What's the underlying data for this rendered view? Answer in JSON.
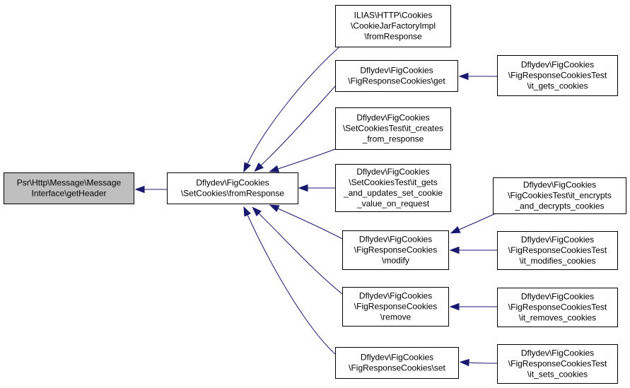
{
  "graph": {
    "edge_color": "#191970",
    "root_fill": "#bfbfbf",
    "nodes": [
      {
        "id": "n0",
        "lines": [
          "Psr\\Http\\Message\\Message",
          "Interface\\getHeader"
        ],
        "highlight": true
      },
      {
        "id": "n1",
        "lines": [
          "Dflydev\\FigCookies",
          "\\SetCookies\\fromResponse"
        ]
      },
      {
        "id": "n2",
        "lines": [
          "ILIAS\\HTTP\\Cookies",
          "\\CookieJarFactoryImpl",
          "\\fromResponse"
        ]
      },
      {
        "id": "n3",
        "lines": [
          "Dflydev\\FigCookies",
          "\\FigResponseCookies\\get"
        ]
      },
      {
        "id": "n4",
        "lines": [
          "Dflydev\\FigCookies",
          "\\SetCookiesTest\\it_creates",
          "_from_response"
        ]
      },
      {
        "id": "n5",
        "lines": [
          "Dflydev\\FigCookies",
          "\\SetCookiesTest\\it_gets",
          "_and_updates_set_cookie",
          "_value_on_request"
        ]
      },
      {
        "id": "n6",
        "lines": [
          "Dflydev\\FigCookies",
          "\\FigResponseCookies",
          "\\modify"
        ]
      },
      {
        "id": "n7",
        "lines": [
          "Dflydev\\FigCookies",
          "\\FigResponseCookies",
          "\\remove"
        ]
      },
      {
        "id": "n8",
        "lines": [
          "Dflydev\\FigCookies",
          "\\FigResponseCookies\\set"
        ]
      },
      {
        "id": "n9",
        "lines": [
          "Dflydev\\FigCookies",
          "\\FigResponseCookiesTest",
          "\\it_gets_cookies"
        ]
      },
      {
        "id": "n10",
        "lines": [
          "Dflydev\\FigCookies",
          "\\FigCookiesTest\\it_encrypts",
          "_and_decrypts_cookies"
        ]
      },
      {
        "id": "n11",
        "lines": [
          "Dflydev\\FigCookies",
          "\\FigResponseCookiesTest",
          "\\it_modifies_cookies"
        ]
      },
      {
        "id": "n12",
        "lines": [
          "Dflydev\\FigCookies",
          "\\FigResponseCookiesTest",
          "\\it_removes_cookies"
        ]
      },
      {
        "id": "n13",
        "lines": [
          "Dflydev\\FigCookies",
          "\\FigResponseCookiesTest",
          "\\it_sets_cookies"
        ]
      }
    ],
    "edges": [
      {
        "from": "n1",
        "to": "n0"
      },
      {
        "from": "n2",
        "to": "n1"
      },
      {
        "from": "n3",
        "to": "n1"
      },
      {
        "from": "n4",
        "to": "n1"
      },
      {
        "from": "n5",
        "to": "n1"
      },
      {
        "from": "n6",
        "to": "n1"
      },
      {
        "from": "n7",
        "to": "n1"
      },
      {
        "from": "n8",
        "to": "n1"
      },
      {
        "from": "n9",
        "to": "n3"
      },
      {
        "from": "n10",
        "to": "n6"
      },
      {
        "from": "n11",
        "to": "n6"
      },
      {
        "from": "n12",
        "to": "n7"
      },
      {
        "from": "n13",
        "to": "n8"
      }
    ]
  }
}
